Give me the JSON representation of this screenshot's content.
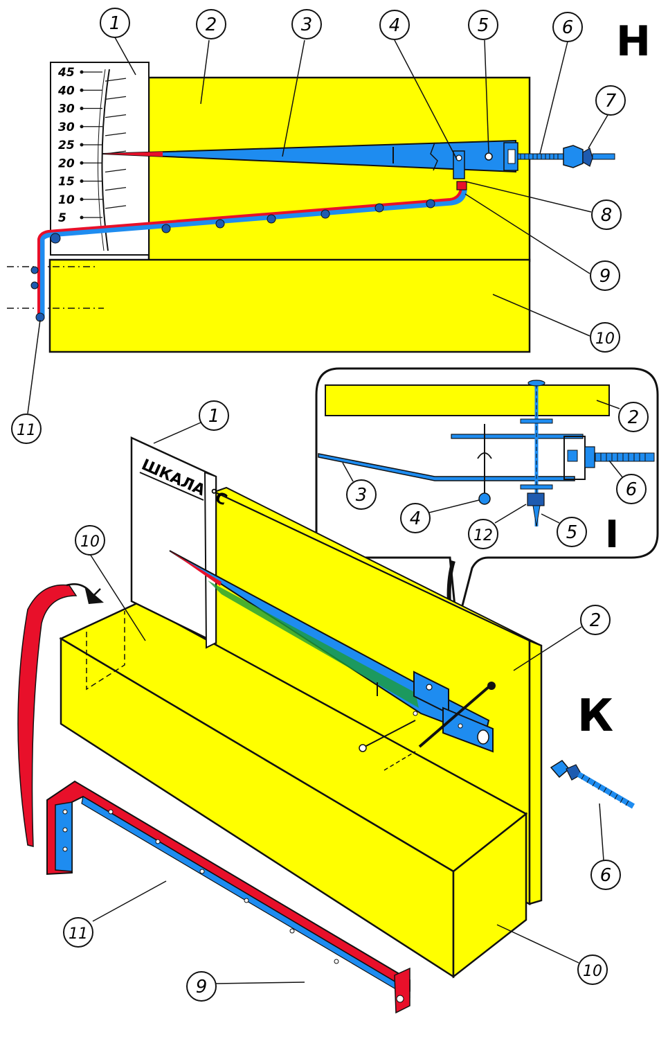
{
  "views": {
    "top": "Н",
    "bottom": "К",
    "detail": "I"
  },
  "scale_title": "ШКАЛА °С",
  "scale_ticks": [
    "45",
    "40",
    "30",
    "30",
    "25",
    "20",
    "15",
    "10",
    "5"
  ],
  "callouts_top": [
    "1",
    "2",
    "3",
    "4",
    "5",
    "6",
    "7",
    "8",
    "9",
    "10",
    "11"
  ],
  "callouts_detail": [
    "2",
    "6",
    "3",
    "4",
    "12",
    "5"
  ],
  "callouts_bottom": [
    "1",
    "10",
    "2",
    "6",
    "11",
    "9",
    "10"
  ],
  "colors": {
    "wood": "#ffff00",
    "pointer": "#1e8cf0",
    "bimetal_red": "#e8102a",
    "outline": "#111111"
  }
}
